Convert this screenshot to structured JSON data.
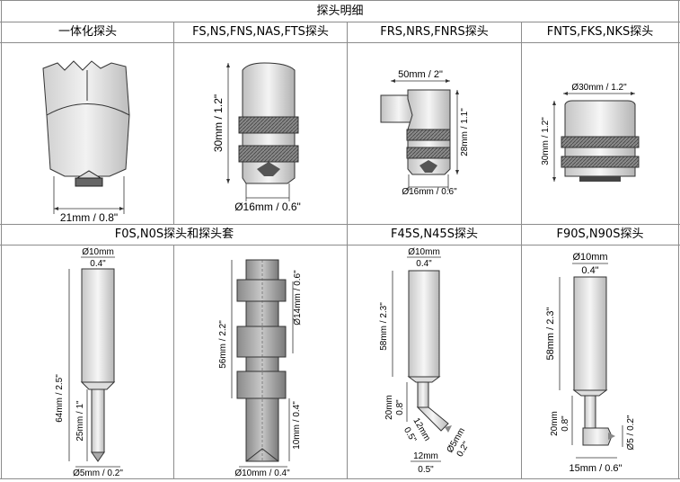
{
  "title": "探头明细",
  "row1_headers": [
    "一体化探头",
    "FS,NS,FNS,NAS,FTS探头",
    "FRS,NRS,FNRS探头",
    "FNTS,FKS,NKS探头"
  ],
  "row2_headers": [
    "F0S,N0S探头和探头套",
    "F45S,N45S探头",
    "F90S,N90S探头"
  ],
  "cells": {
    "integrated": {
      "dim_width": "21mm / 0.8\""
    },
    "fs": {
      "dim_height": "30mm / 1.2\"",
      "dim_dia": "Ø16mm / 0.6\""
    },
    "frs": {
      "dim_top": "50mm / 2\"",
      "dim_height": "28mm / 1.1\"",
      "dim_dia": "Ø16mm / 0.6\""
    },
    "fnts": {
      "dim_top": "Ø30mm / 1.2\"",
      "dim_height": "30mm / 1.2\""
    },
    "f0s": {
      "dim_dia_top": "Ø10mm",
      "dim_dia_top_in": "0.4\"",
      "dim_total": "64mm / 2.5\"",
      "dim_tip": "25mm / 1\"",
      "dim_dia_bottom": "Ø5mm / 0.2\""
    },
    "sleeve": {
      "dim_dia": "Ø14mm / 0.6\"",
      "dim_length": "56mm / 2.2\"",
      "dim_tip": "10mm / 0.4\"",
      "dim_dia_bottom": "Ø10mm / 0.4\""
    },
    "f45s": {
      "dim_dia_top": "Ø10mm",
      "dim_dia_top_in": "0.4\"",
      "dim_body": "58mm / 2.3\"",
      "dim_neck": "20mm",
      "dim_neck_in": "0.8\"",
      "dim_bend": "12mm",
      "dim_bend_in": "0.5\"",
      "dim_tip_dia": "Ø5mm",
      "dim_tip_dia_in": "0.2\"",
      "dim_width": "12mm",
      "dim_width_in": "0.5\""
    },
    "f90s": {
      "dim_dia_top": "Ø10mm",
      "dim_dia_top_in": "0.4\"",
      "dim_body": "58mm / 2.3\"",
      "dim_neck": "20mm",
      "dim_neck_in": "0.8\"",
      "dim_tip_dia": "Ø5 / 0.2\"",
      "dim_width": "15mm / 0.6\""
    }
  }
}
